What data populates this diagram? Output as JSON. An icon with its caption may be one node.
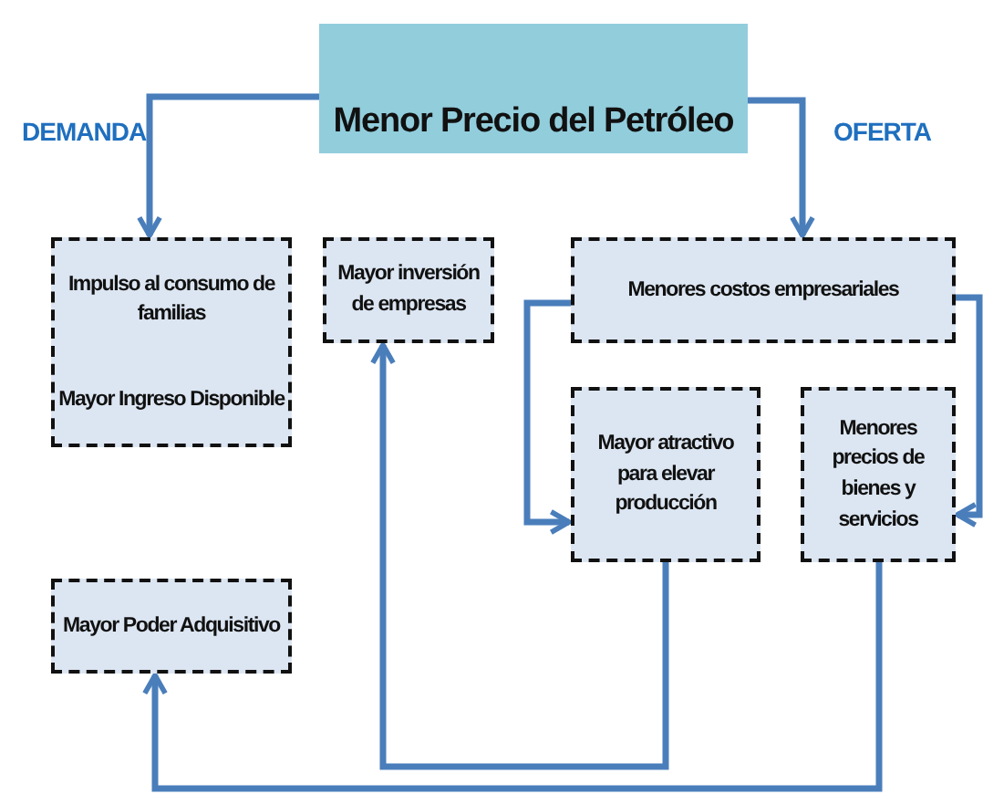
{
  "diagram": {
    "nodes": [
      {
        "text": [
          "Menor Precio del Petróleo"
        ]
      },
      {
        "text": [
          "Impulso al consumo de familias",
          "Mayor Ingreso Disponible"
        ]
      },
      {
        "text": [
          "Mayor inversión de empresas"
        ]
      },
      {
        "text": [
          "Menores costos empresariales"
        ]
      },
      {
        "text": [
          "Mayor atractivo para elevar producción"
        ]
      },
      {
        "text": [
          "Menores precios de bienes y servicios"
        ]
      },
      {
        "text": [
          "Mayor Poder Adquisitivo"
        ]
      }
    ],
    "edges": [
      {
        "from": 0,
        "to": 1,
        "arrow": "to"
      },
      {
        "from": 0,
        "to": 3,
        "arrow": "to"
      },
      {
        "from": 3,
        "to": 4,
        "arrow": "to"
      },
      {
        "from": 3,
        "to": 5,
        "arrow": "to"
      },
      {
        "from": 4,
        "to": 2,
        "arrow": "to"
      },
      {
        "from": 5,
        "to": 6,
        "arrow": "to"
      }
    ],
    "labels": [
      "DEMANDA",
      "OFERTA"
    ]
  }
}
